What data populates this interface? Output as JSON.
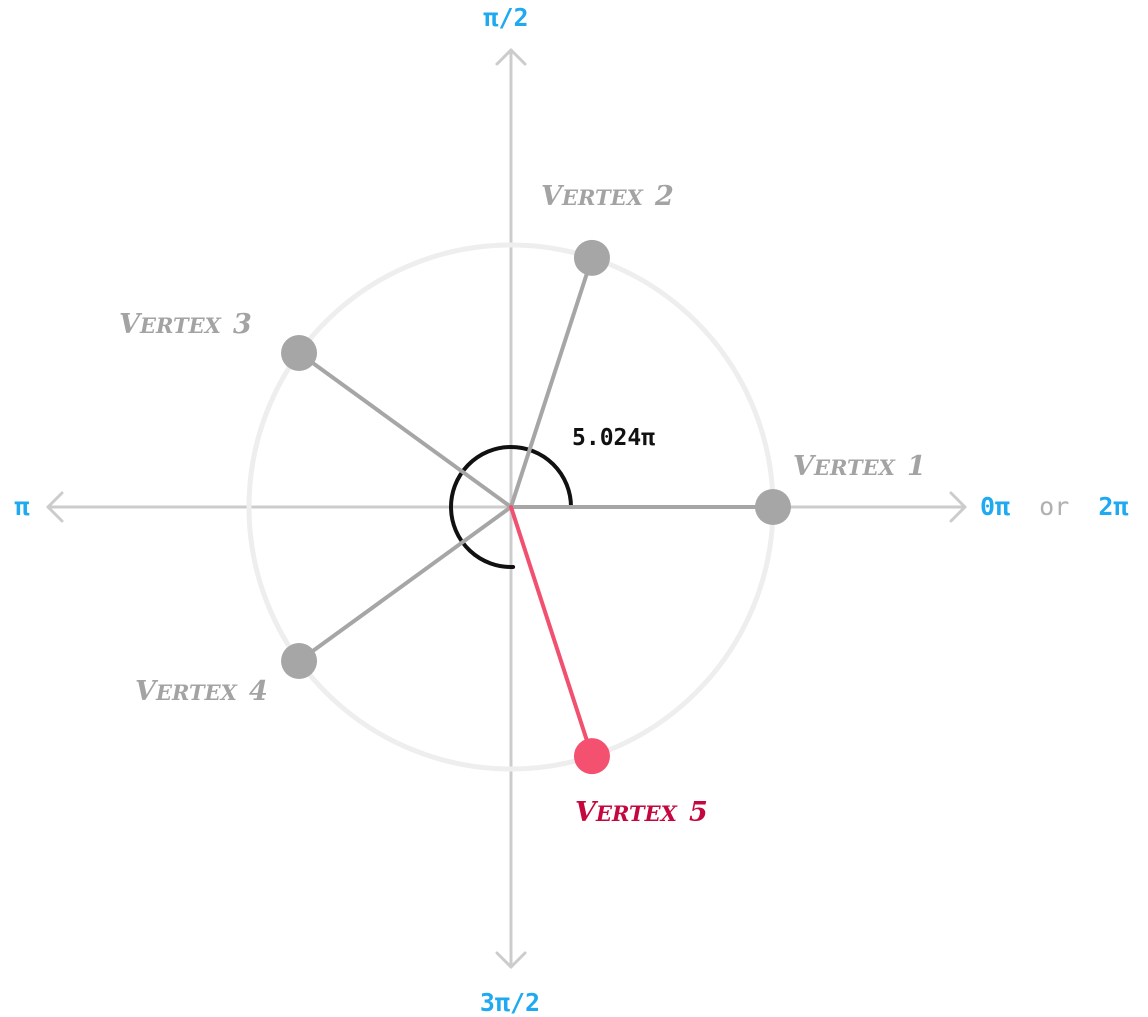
{
  "colors": {
    "axis": "#cccccc",
    "circle": "#eeeeee",
    "spoke": "#a6a6a6",
    "vertex": "#a6a6a6",
    "highlight_spoke": "#f2506f",
    "highlight_vertex": "#f4506f",
    "highlight_label": "#c4083f",
    "axis_label": "#1ea9f0",
    "axis_label_muted": "#b0b0b0",
    "angle_arc": "#111111",
    "angle_text": "#111111",
    "vertex_label": "#a3a3a3"
  },
  "axis_labels": {
    "top": "π/2",
    "left": "π",
    "bottom": "3π/2",
    "right_a": "0π",
    "right_or": "or",
    "right_b": "2π"
  },
  "angle_label": "5.024π",
  "vertices": [
    {
      "label_first": "V",
      "label_rest": "ERTEX",
      "label_num": "1",
      "angle_deg": 0,
      "highlight": false
    },
    {
      "label_first": "V",
      "label_rest": "ERTEX",
      "label_num": "2",
      "angle_deg": 72,
      "highlight": false
    },
    {
      "label_first": "V",
      "label_rest": "ERTEX",
      "label_num": "3",
      "angle_deg": 144,
      "highlight": false
    },
    {
      "label_first": "V",
      "label_rest": "ERTEX",
      "label_num": "4",
      "angle_deg": 216,
      "highlight": false
    },
    {
      "label_first": "V",
      "label_rest": "ERTEX",
      "label_num": "5",
      "angle_deg": 288,
      "highlight": true
    }
  ]
}
